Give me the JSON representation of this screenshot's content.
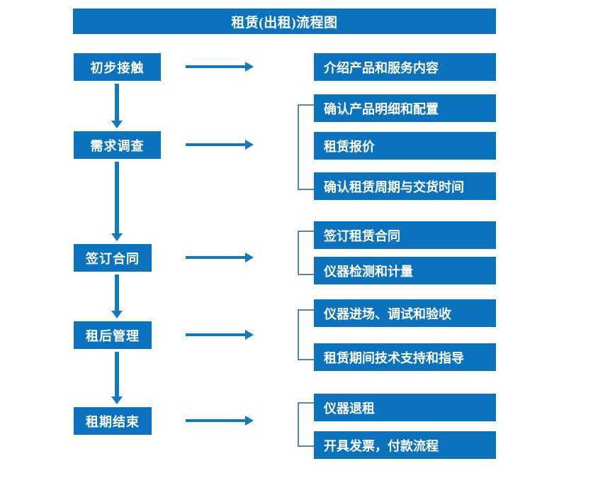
{
  "title": "租赁(出租)流程图",
  "colors": {
    "box_blue": "#0b72bd",
    "arrow_blue": "#1379bf",
    "bracket_blue": "#5b84b1",
    "text_white": "#ffffff",
    "background": "#ffffff"
  },
  "stages": [
    {
      "label": "初步接触"
    },
    {
      "label": "需求调查"
    },
    {
      "label": "签订合同"
    },
    {
      "label": "租后管理"
    },
    {
      "label": "租期结束"
    }
  ],
  "tasks": [
    {
      "label": "介绍产品和服务内容"
    },
    {
      "label": "确认产品明细和配置"
    },
    {
      "label": "租赁报价"
    },
    {
      "label": "确认租赁周期与交货时间"
    },
    {
      "label": "签订租赁合同"
    },
    {
      "label": "仪器检测和计量"
    },
    {
      "label": "仪器进场、调试和验收"
    },
    {
      "label": "租赁期间技术支持和指导"
    },
    {
      "label": "仪器退租"
    },
    {
      "label": "开具发票，付款流程"
    }
  ],
  "groups": [
    {
      "stage": "初步接触",
      "tasks": [
        "介绍产品和服务内容"
      ]
    },
    {
      "stage": "需求调查",
      "tasks": [
        "确认产品明细和配置",
        "租赁报价",
        "确认租赁周期与交货时间"
      ]
    },
    {
      "stage": "签订合同",
      "tasks": [
        "签订租赁合同",
        "仪器检测和计量"
      ]
    },
    {
      "stage": "租后管理",
      "tasks": [
        "仪器进场、调试和验收",
        "租赁期间技术支持和指导"
      ]
    },
    {
      "stage": "租期结束",
      "tasks": [
        "仪器退租",
        "开具发票，付款流程"
      ]
    }
  ],
  "connectors": {
    "horizontal_arrow_count": 5,
    "vertical_arrow_count": 4,
    "bracket_count": 4
  }
}
